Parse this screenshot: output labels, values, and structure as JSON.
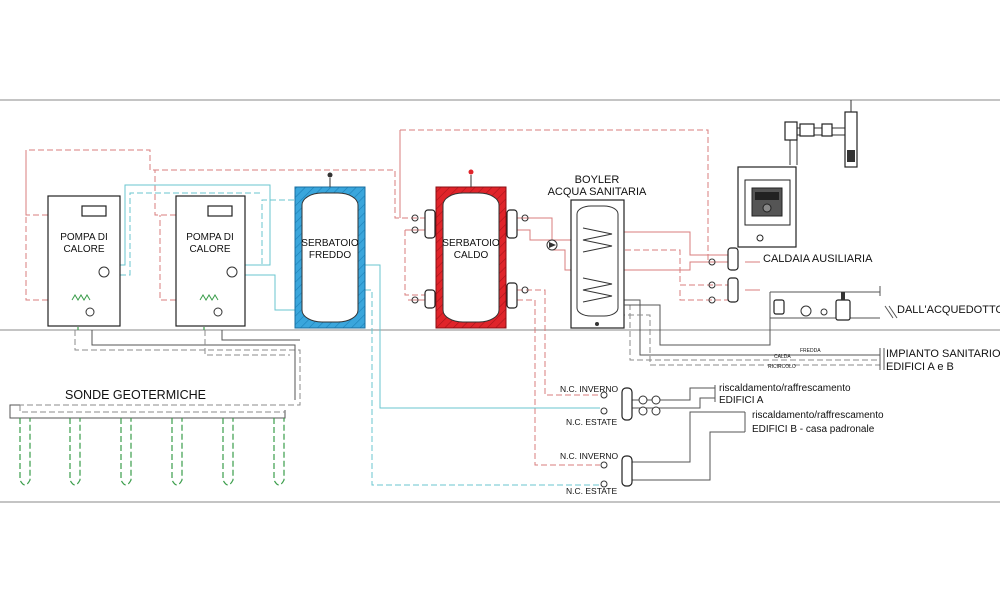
{
  "labels": {
    "hp1": [
      "POMPA DI",
      "CALORE"
    ],
    "hp2": [
      "POMPA DI",
      "CALORE"
    ],
    "cold_tank": [
      "SERBATOIO",
      "FREDDO"
    ],
    "hot_tank": [
      "SERBATOIO",
      "CALDO"
    ],
    "boiler": [
      "BOYLER",
      "ACQUA SANITARIA"
    ],
    "aux_boiler": "CALDAIA AUSILIARIA",
    "geothermal": "SONDE GEOTERMICHE",
    "aqueduct": "DALL'ACQUEDOTTO",
    "sanitary": [
      "IMPIANTO SANITARIO",
      "EDIFICI A e B"
    ],
    "fredda": "FREDDA",
    "calda": "CALDA",
    "ricircolo": "RICIRCOLO",
    "nc_inverno_1": "N.C. INVERNO",
    "nc_estate_1": "N.C. ESTATE",
    "nc_inverno_2": "N.C. INVERNO",
    "nc_estate_2": "N.C. ESTATE",
    "buildingA": [
      "riscaldamento/raffrescamento",
      "EDIFICI A"
    ],
    "buildingB": [
      "riscaldamento/raffrescamento",
      "EDIFICI B - casa padronale"
    ]
  },
  "colors": {
    "cold_tank": "#3aa6dc",
    "hot_tank": "#e0242a",
    "hot_pipe": "#d87d7d",
    "cold_pipe": "#69c6cf",
    "geo_pipe": "#3a9d4a"
  }
}
